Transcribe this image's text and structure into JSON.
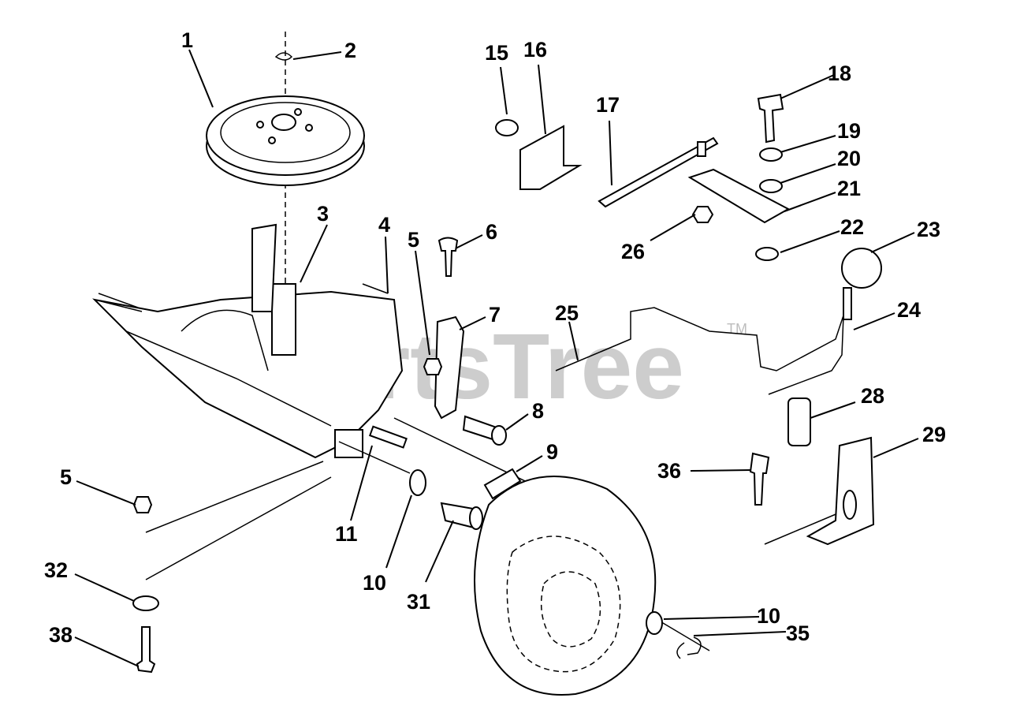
{
  "watermark": {
    "text": "PartsTree",
    "trademark": "TM"
  },
  "callouts": [
    {
      "label": "1"
    },
    {
      "label": "2"
    },
    {
      "label": "15"
    },
    {
      "label": "16"
    },
    {
      "label": "18"
    },
    {
      "label": "17"
    },
    {
      "label": "19"
    },
    {
      "label": "20"
    },
    {
      "label": "21"
    },
    {
      "label": "3"
    },
    {
      "label": "4"
    },
    {
      "label": "5"
    },
    {
      "label": "6"
    },
    {
      "label": "22"
    },
    {
      "label": "23"
    },
    {
      "label": "26"
    },
    {
      "label": "7"
    },
    {
      "label": "25"
    },
    {
      "label": "24"
    },
    {
      "label": "28"
    },
    {
      "label": "8"
    },
    {
      "label": "29"
    },
    {
      "label": "9"
    },
    {
      "label": "36"
    },
    {
      "label": "5"
    },
    {
      "label": "11"
    },
    {
      "label": "32"
    },
    {
      "label": "10"
    },
    {
      "label": "31"
    },
    {
      "label": "10"
    },
    {
      "label": "35"
    },
    {
      "label": "38"
    }
  ]
}
